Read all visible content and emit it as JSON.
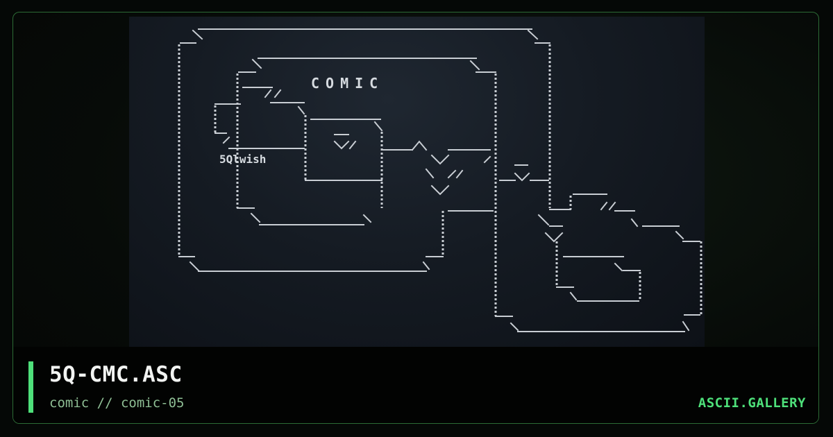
{
  "artwork": {
    "title": "COMIC",
    "signature": "5Qlwish"
  },
  "footer": {
    "filename": "5Q-CMC.ASC",
    "meta": "comic // comic-05",
    "brand": "ASCII.GALLERY"
  },
  "colors": {
    "accent": "#4ee07a",
    "card_border": "#2c6b35",
    "art_background": "#151b23",
    "ascii_foreground": "#c9ced4"
  }
}
